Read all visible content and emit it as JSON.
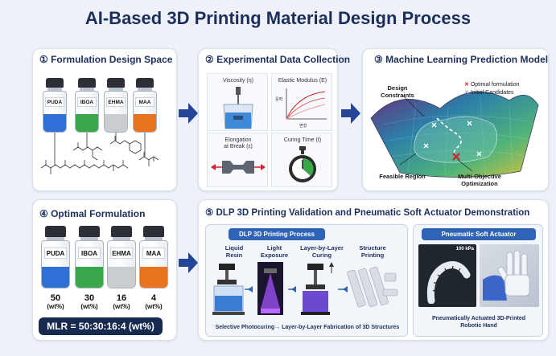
{
  "title": "AI-Based 3D Printing Material Design Process",
  "panels": {
    "p1": "① Formulation Design Space",
    "p2": "② Experimental Data Collection",
    "p3": "③ Machine Learning Prediction Model",
    "p4": "④ Optimal Formulation",
    "p5": "⑤ DLP 3D Printing Validation and Pneumatic Soft Actuator Demonstration"
  },
  "materials": [
    {
      "name": "PUDA",
      "color": "#2f6fd6",
      "amount": "50",
      "unit": "(wt%)"
    },
    {
      "name": "IBOA",
      "color": "#3aa64a",
      "amount": "30",
      "unit": "(wt%)"
    },
    {
      "name": "EHMA",
      "color": "#c9cdd2",
      "amount": "16",
      "unit": "(wt%)"
    },
    {
      "name": "MAA",
      "color": "#e8721e",
      "amount": "4",
      "unit": "(wt%)"
    }
  ],
  "mlr": "MLR = 50:30:16:4 (wt%)",
  "experiments": {
    "viscosity": "Viscosity (η)",
    "modulus": "Elastic Modulus (E)",
    "elongation_line1": "Elongation",
    "elongation_line2": "at Break (ε)",
    "curing": "Curing Time (t)",
    "stress_axis": "응력",
    "strain_axis": "변형"
  },
  "ml": {
    "design_constraints_line1": "Design",
    "design_constraints_line2": "Constraints",
    "legend_optimal": "Optimal formulation",
    "legend_initial": "Initial Candidates",
    "feasible": "Feasible Region",
    "moo_line1": "Multi-Objective",
    "moo_line2": "Optimization"
  },
  "dlp": {
    "header": "DLP 3D Printing Process",
    "steps": [
      {
        "l1": "Liquid",
        "l2": "Resin"
      },
      {
        "l1": "Light",
        "l2": "Exposure"
      },
      {
        "l1": "Layer-by-Layer",
        "l2": "Curing"
      },
      {
        "l1": "Structure",
        "l2": "Printing"
      }
    ],
    "caption": "Selective Photocuring→ Layer-by-Layer Fabrication of 3D Structures"
  },
  "actuator": {
    "header": "Pneumatic Soft Actuator",
    "pressure": "100 kPa",
    "caption_line1": "Pneumatically Actuated 3D-Printed",
    "caption_line2": "Robotic Hand"
  },
  "colors": {
    "navy": "#16294f",
    "arrow": "#25459a",
    "accent_blue": "#2f63b8",
    "optimal_mark": "#e01b24"
  }
}
